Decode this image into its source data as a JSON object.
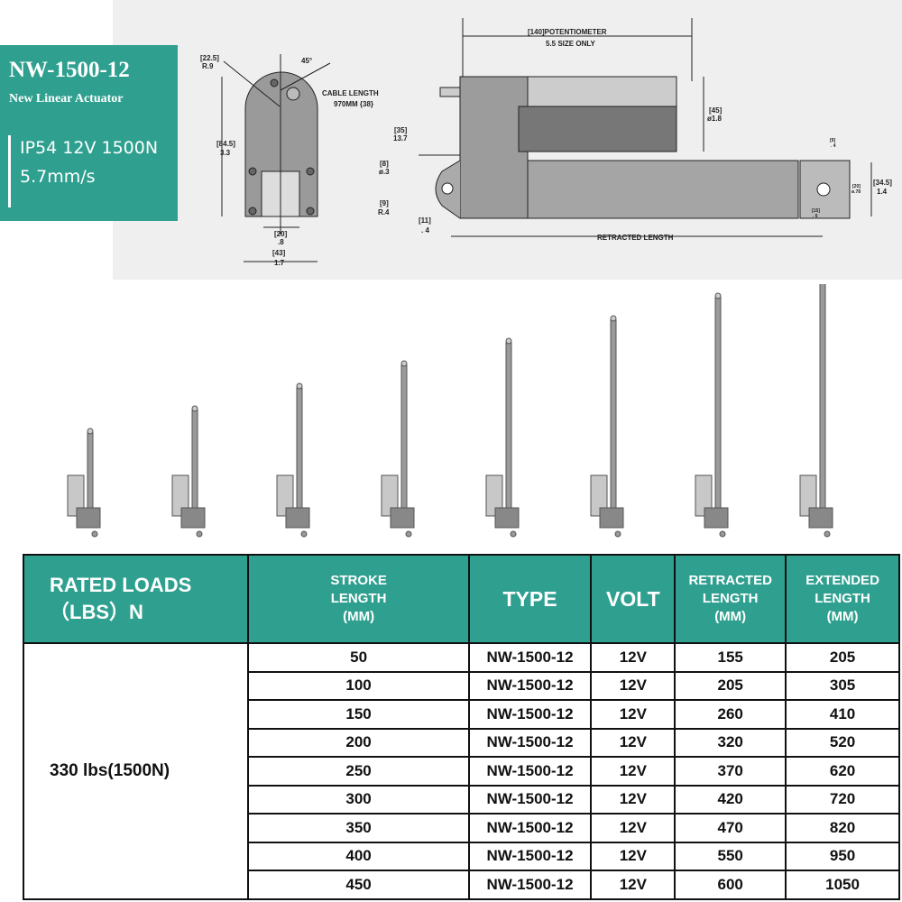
{
  "spec_box": {
    "model": "NW-1500-12",
    "subtitle": "New Linear Actuator",
    "spec_line1": "IP54 12V 1500N",
    "spec_line2": "5.7mm/s"
  },
  "drawing": {
    "r_dim": [
      "[22.5]",
      "R.9"
    ],
    "angle": "45°",
    "cable": [
      "CABLE LENGTH",
      "970MM {38}"
    ],
    "height_dim": [
      "[84.5]",
      "3.3"
    ],
    "slot_dim": [
      "[20]",
      ".8"
    ],
    "width_dim": [
      "[43]",
      "1.7"
    ],
    "pot": [
      "[140]POTENTIOMETER",
      "5.5 SIZE ONLY"
    ],
    "dia_dim": [
      "[45]",
      "ø1.8"
    ],
    "d35": [
      "[35]",
      "13.7"
    ],
    "d8": [
      "[8]",
      "ø.3"
    ],
    "d9": [
      "[9]",
      "R.4"
    ],
    "d11": [
      "[11]",
      ". 4"
    ],
    "retracted": "RETRACTED LENGTH",
    "r9": [
      "[9]",
      ". 4"
    ],
    "r20": [
      "[20]",
      "ø.78"
    ],
    "r15": [
      "[15]",
      ". 6"
    ],
    "r345": [
      "[34.5]",
      "1.4"
    ]
  },
  "table": {
    "headers": {
      "load": [
        "RATED LOADS",
        "（LBS）N"
      ],
      "stroke": [
        "STROKE",
        "LENGTH",
        "(MM)"
      ],
      "type": "TYPE",
      "volt": "VOLT",
      "retracted": [
        "RETRACTED",
        "LENGTH",
        "(MM)"
      ],
      "extended": [
        "EXTENDED",
        "LENGTH",
        "(MM)"
      ]
    },
    "rated_load": "330 lbs(1500N)",
    "rows": [
      {
        "stroke": "50",
        "type": "NW-1500-12",
        "volt": "12V",
        "retracted": "155",
        "extended": "205"
      },
      {
        "stroke": "100",
        "type": "NW-1500-12",
        "volt": "12V",
        "retracted": "205",
        "extended": "305"
      },
      {
        "stroke": "150",
        "type": "NW-1500-12",
        "volt": "12V",
        "retracted": "260",
        "extended": "410"
      },
      {
        "stroke": "200",
        "type": "NW-1500-12",
        "volt": "12V",
        "retracted": "320",
        "extended": "520"
      },
      {
        "stroke": "250",
        "type": "NW-1500-12",
        "volt": "12V",
        "retracted": "370",
        "extended": "620"
      },
      {
        "stroke": "300",
        "type": "NW-1500-12",
        "volt": "12V",
        "retracted": "420",
        "extended": "720"
      },
      {
        "stroke": "350",
        "type": "NW-1500-12",
        "volt": "12V",
        "retracted": "470",
        "extended": "820"
      },
      {
        "stroke": "400",
        "type": "NW-1500-12",
        "volt": "12V",
        "retracted": "550",
        "extended": "950"
      },
      {
        "stroke": "450",
        "type": "NW-1500-12",
        "volt": "12V",
        "retracted": "600",
        "extended": "1050"
      }
    ]
  }
}
